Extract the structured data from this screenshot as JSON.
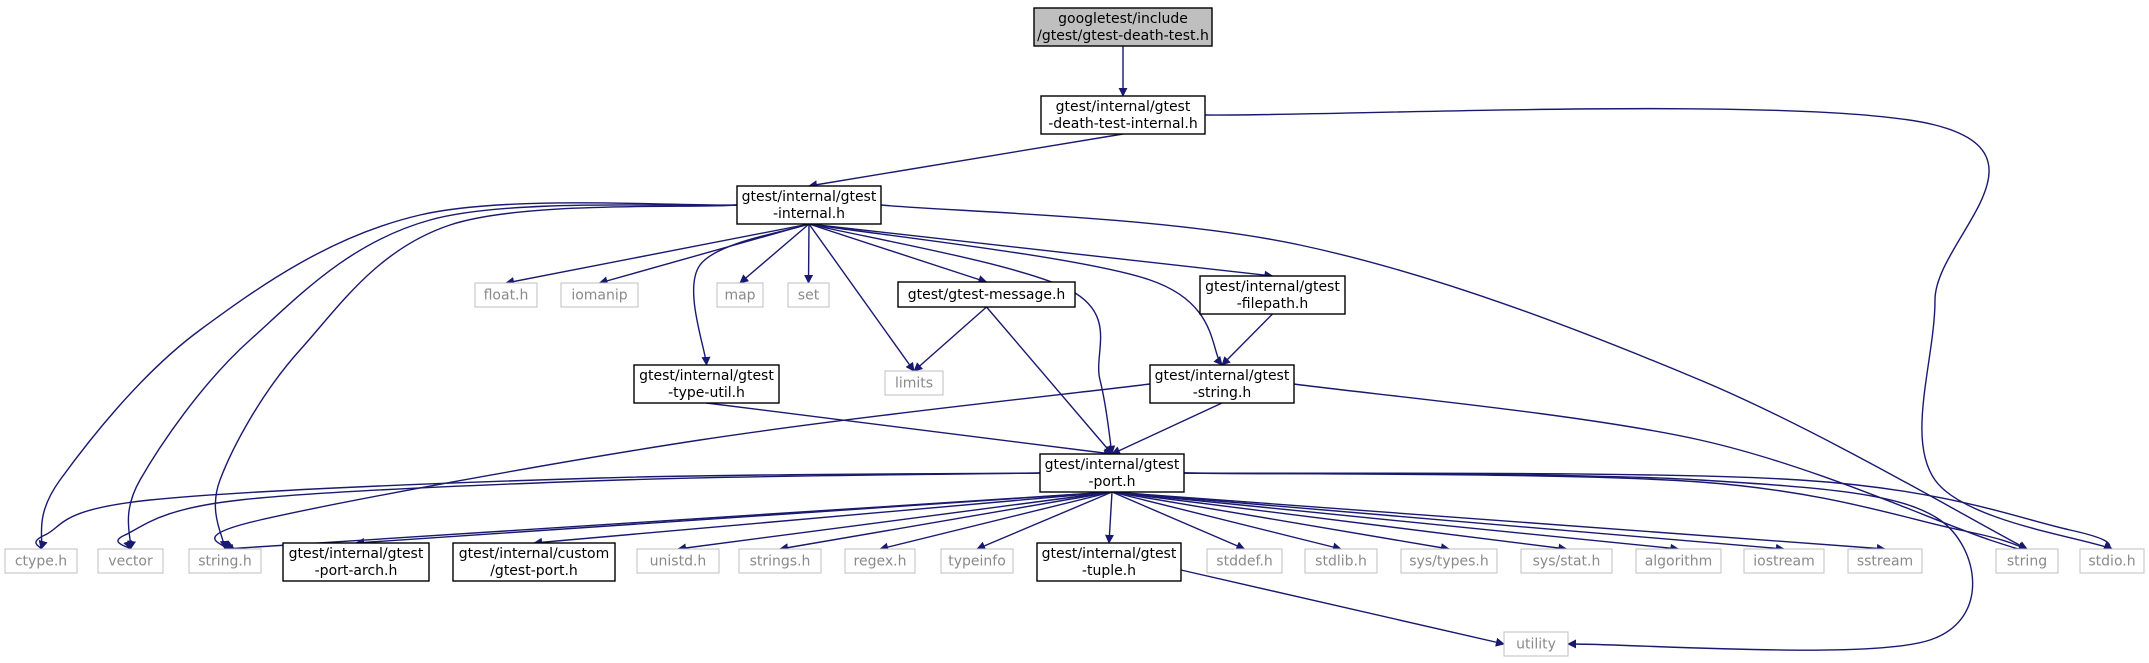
{
  "colors": {
    "edge": "#191970",
    "root_fill": "#bfbfbf",
    "node_border": "#000000",
    "external_border": "#bfbfbf",
    "external_text": "#8a8a8a"
  },
  "nodes": [
    {
      "id": "root",
      "lines": [
        "googletest/include",
        "/gtest/gtest-death-test.h"
      ],
      "kind": "root"
    },
    {
      "id": "dti",
      "lines": [
        "gtest/internal/gtest",
        "-death-test-internal.h"
      ],
      "kind": "header"
    },
    {
      "id": "internal",
      "lines": [
        "gtest/internal/gtest",
        "-internal.h"
      ],
      "kind": "header"
    },
    {
      "id": "float",
      "lines": [
        "float.h"
      ],
      "kind": "external"
    },
    {
      "id": "iomanip",
      "lines": [
        "iomanip"
      ],
      "kind": "external"
    },
    {
      "id": "map",
      "lines": [
        "map"
      ],
      "kind": "external"
    },
    {
      "id": "set",
      "lines": [
        "set"
      ],
      "kind": "external"
    },
    {
      "id": "message",
      "lines": [
        "gtest/gtest-message.h"
      ],
      "kind": "header"
    },
    {
      "id": "filepath",
      "lines": [
        "gtest/internal/gtest",
        "-filepath.h"
      ],
      "kind": "header"
    },
    {
      "id": "limits",
      "lines": [
        "limits"
      ],
      "kind": "external"
    },
    {
      "id": "typeutil",
      "lines": [
        "gtest/internal/gtest",
        "-type-util.h"
      ],
      "kind": "header"
    },
    {
      "id": "gstring",
      "lines": [
        "gtest/internal/gtest",
        "-string.h"
      ],
      "kind": "header"
    },
    {
      "id": "port",
      "lines": [
        "gtest/internal/gtest",
        "-port.h"
      ],
      "kind": "header"
    },
    {
      "id": "ctype",
      "lines": [
        "ctype.h"
      ],
      "kind": "external"
    },
    {
      "id": "vector",
      "lines": [
        "vector"
      ],
      "kind": "external"
    },
    {
      "id": "stringh",
      "lines": [
        "string.h"
      ],
      "kind": "external"
    },
    {
      "id": "portarch",
      "lines": [
        "gtest/internal/gtest",
        "-port-arch.h"
      ],
      "kind": "header"
    },
    {
      "id": "custom",
      "lines": [
        "gtest/internal/custom",
        "/gtest-port.h"
      ],
      "kind": "header"
    },
    {
      "id": "unistd",
      "lines": [
        "unistd.h"
      ],
      "kind": "external"
    },
    {
      "id": "strings",
      "lines": [
        "strings.h"
      ],
      "kind": "external"
    },
    {
      "id": "regex",
      "lines": [
        "regex.h"
      ],
      "kind": "external"
    },
    {
      "id": "typeinfo",
      "lines": [
        "typeinfo"
      ],
      "kind": "external"
    },
    {
      "id": "tuple",
      "lines": [
        "gtest/internal/gtest",
        "-tuple.h"
      ],
      "kind": "header"
    },
    {
      "id": "stddef",
      "lines": [
        "stddef.h"
      ],
      "kind": "external"
    },
    {
      "id": "stdlib",
      "lines": [
        "stdlib.h"
      ],
      "kind": "external"
    },
    {
      "id": "systypes",
      "lines": [
        "sys/types.h"
      ],
      "kind": "external"
    },
    {
      "id": "sysstat",
      "lines": [
        "sys/stat.h"
      ],
      "kind": "external"
    },
    {
      "id": "algorithm",
      "lines": [
        "algorithm"
      ],
      "kind": "external"
    },
    {
      "id": "iostream",
      "lines": [
        "iostream"
      ],
      "kind": "external"
    },
    {
      "id": "sstream",
      "lines": [
        "sstream"
      ],
      "kind": "external"
    },
    {
      "id": "string",
      "lines": [
        "string"
      ],
      "kind": "external"
    },
    {
      "id": "stdio",
      "lines": [
        "stdio.h"
      ],
      "kind": "external"
    },
    {
      "id": "utility",
      "lines": [
        "utility"
      ],
      "kind": "external"
    }
  ],
  "edges": [
    [
      "root",
      "dti"
    ],
    [
      "dti",
      "internal"
    ],
    [
      "dti",
      "stdio"
    ],
    [
      "internal",
      "float"
    ],
    [
      "internal",
      "iomanip"
    ],
    [
      "internal",
      "map"
    ],
    [
      "internal",
      "set"
    ],
    [
      "internal",
      "message"
    ],
    [
      "internal",
      "filepath"
    ],
    [
      "internal",
      "limits"
    ],
    [
      "internal",
      "typeutil"
    ],
    [
      "internal",
      "gstring"
    ],
    [
      "internal",
      "port"
    ],
    [
      "internal",
      "ctype"
    ],
    [
      "internal",
      "vector"
    ],
    [
      "internal",
      "stringh"
    ],
    [
      "internal",
      "string"
    ],
    [
      "message",
      "limits"
    ],
    [
      "message",
      "port"
    ],
    [
      "filepath",
      "gstring"
    ],
    [
      "typeutil",
      "port"
    ],
    [
      "gstring",
      "port"
    ],
    [
      "gstring",
      "stringh"
    ],
    [
      "gstring",
      "string"
    ],
    [
      "port",
      "ctype"
    ],
    [
      "port",
      "vector"
    ],
    [
      "port",
      "stringh"
    ],
    [
      "port",
      "portarch"
    ],
    [
      "port",
      "custom"
    ],
    [
      "port",
      "unistd"
    ],
    [
      "port",
      "strings"
    ],
    [
      "port",
      "regex"
    ],
    [
      "port",
      "typeinfo"
    ],
    [
      "port",
      "tuple"
    ],
    [
      "port",
      "stddef"
    ],
    [
      "port",
      "stdlib"
    ],
    [
      "port",
      "systypes"
    ],
    [
      "port",
      "sysstat"
    ],
    [
      "port",
      "algorithm"
    ],
    [
      "port",
      "iostream"
    ],
    [
      "port",
      "sstream"
    ],
    [
      "port",
      "string"
    ],
    [
      "port",
      "stdio"
    ],
    [
      "port",
      "utility"
    ],
    [
      "tuple",
      "utility"
    ]
  ]
}
